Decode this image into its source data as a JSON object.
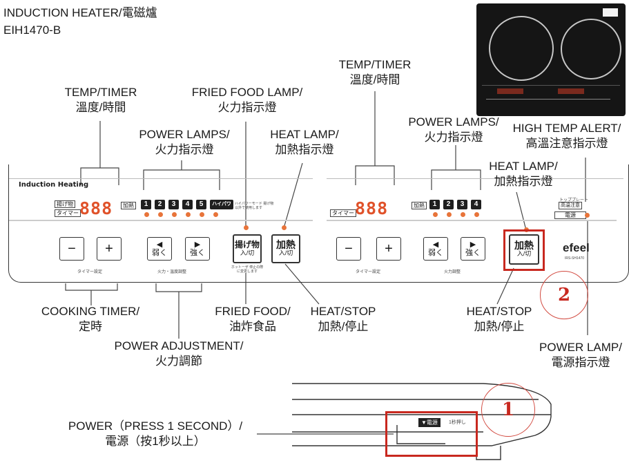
{
  "header": {
    "title": "INDUCTION HEATER/電磁爐",
    "model": "EIH1470-B"
  },
  "labels": {
    "temp_timer_left": [
      "TEMP/TIMER",
      "溫度/時間"
    ],
    "fried_food_lamp": [
      "FRIED FOOD LAMP/",
      "火力指示燈"
    ],
    "power_lamps_left": [
      "POWER LAMPS/",
      "火力指示燈"
    ],
    "heat_lamp_left": [
      "HEAT LAMP/",
      "加熱指示燈"
    ],
    "temp_timer_right": [
      "TEMP/TIMER",
      "溫度/時間"
    ],
    "power_lamps_right": [
      "POWER LAMPS/",
      "火力指示燈"
    ],
    "high_temp_alert": [
      "HIGH TEMP ALERT/",
      "高溫注意指示燈"
    ],
    "heat_lamp_right": [
      "HEAT LAMP/",
      "加熱指示燈"
    ],
    "cooking_timer": [
      "COOKING TIMER/",
      "定時"
    ],
    "fried_food": [
      "FRIED FOOD/",
      "油炸食品"
    ],
    "heat_stop_left": [
      "HEAT/STOP",
      "加熱/停止"
    ],
    "heat_stop_right": [
      "HEAT/STOP",
      "加熱/停止"
    ],
    "power_adjustment": [
      "POWER ADJUSTMENT/",
      "火力調節"
    ],
    "power_lamp": [
      "POWER LAMP/",
      "電源指示燈"
    ],
    "power_button": [
      "POWER（PRESS 1 SECOND）/",
      "電源（按1秒以上）"
    ]
  },
  "panel": {
    "brand_text": "Induction Heating",
    "display_left": "888",
    "display_right": "888",
    "tag_fried": "揚げ物",
    "tag_timer": "タイマー",
    "tag_heat": "加熱",
    "high_mode_tag": "ハイパワー",
    "high_mode_note": "ハイパワーモード 揚げ物以外で使用します",
    "lamps_left": [
      "1",
      "2",
      "3",
      "4",
      "5"
    ],
    "lamps_right": [
      "1",
      "2",
      "3",
      "4"
    ],
    "minus": "−",
    "plus": "+",
    "timer_setting": "タイマー設定",
    "weak": "弱く",
    "strong": "強く",
    "power_temp_adjust": "火力・温度調整",
    "power_adjust": "火力調整",
    "fried_button": "揚げ物",
    "on_off": "入/切",
    "heat_button": "加熱",
    "fried_note": "ホットーザ 停止の際に変更します",
    "top_plate": "トッププレート",
    "high_temp_caution": "高温注意",
    "power": "電源",
    "efeel": "efeel",
    "model_small": "IRS-SH1470",
    "press_label": "▼電源",
    "press_note": "1秒押し"
  },
  "callouts": {
    "one": "1",
    "two": "2"
  },
  "colors": {
    "accent": "#c8281f",
    "segment": "#e0522a",
    "lamp": "#e8743a"
  }
}
